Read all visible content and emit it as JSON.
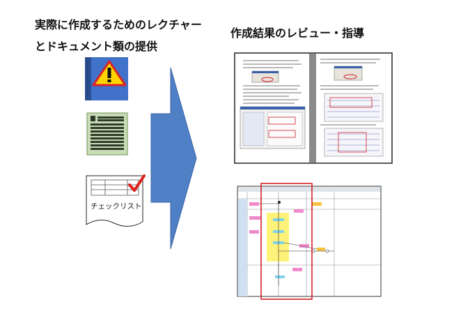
{
  "left_heading": {
    "line1": "実際に作成するためのレクチャー",
    "line2": "とドキュメント類の提供"
  },
  "right_heading": "作成結果のレビュー・指導",
  "checklist": {
    "label": "チェックリスト"
  },
  "icons": {
    "manual": "warning-manual-icon",
    "document": "document-icon",
    "checklist": "checklist-icon",
    "arrow": "right-arrow-icon"
  },
  "colors": {
    "manual_blue": "#3f72c8",
    "warning_red": "#d8232a",
    "warning_yellow": "#ffd400",
    "document_green": "#c8ddb5",
    "arrow_blue": "#4f7fc4",
    "check_red": "#e0201c",
    "review_frame": "#d31e25"
  }
}
